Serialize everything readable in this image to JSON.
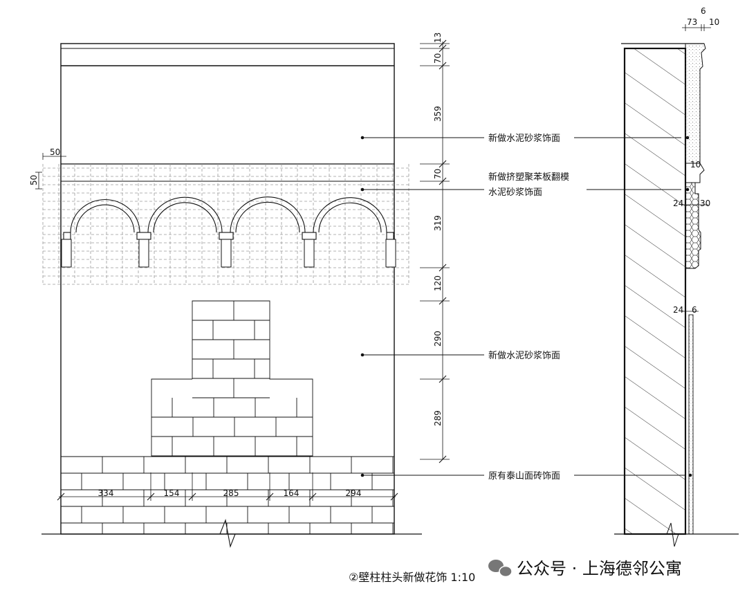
{
  "drawing": {
    "title": "②壁柱柱头新做花饰 1:10",
    "title_number": "②",
    "title_text": "壁柱柱头新做花饰 1:10",
    "watermark": "公众号 · 上海德邻公寓",
    "line_color": "#111111",
    "grid_color": "#9a9a9a"
  },
  "elevation": {
    "vertical_dims": [
      "13",
      "70",
      "359",
      "70",
      "319",
      "120",
      "290",
      "289"
    ],
    "horizontal_dims": [
      "334",
      "154",
      "285",
      "164",
      "294"
    ],
    "left_dims": {
      "top": "50",
      "side": "50"
    },
    "notes": [
      "新做水泥砂浆饰面",
      "新做挤塑聚苯板翻模",
      "水泥砂浆饰面",
      "新做水泥砂浆饰面",
      "原有泰山面砖饰面"
    ]
  },
  "section": {
    "dims": {
      "top_6": "6",
      "top_73": "73",
      "top_10": "10",
      "mid_10": "10",
      "mid_24": "24",
      "mid_30": "30",
      "low_24": "24",
      "low_6": "6"
    }
  }
}
